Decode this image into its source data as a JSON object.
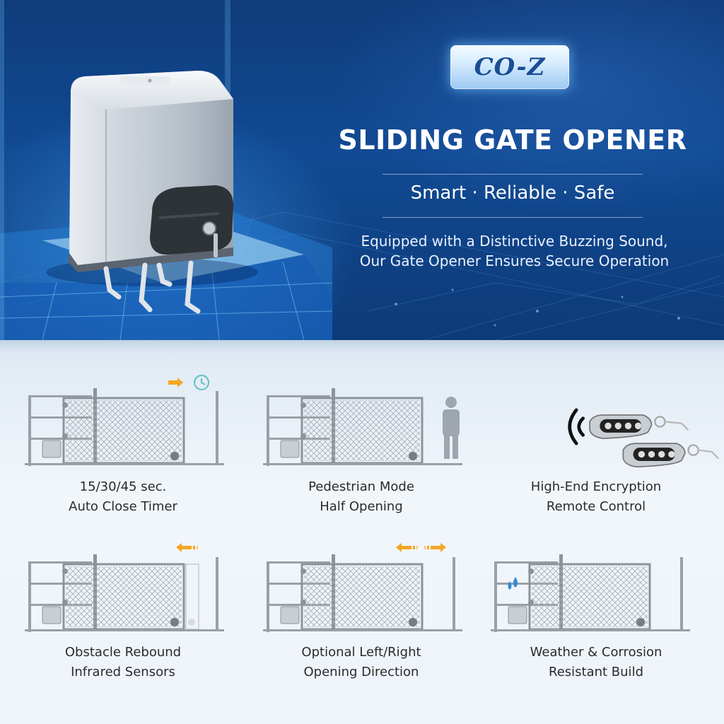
{
  "brand": {
    "logo": "CO-Z"
  },
  "hero": {
    "title": "SLIDING GATE OPENER",
    "tagline": "Smart · Reliable · Safe",
    "description_line1": "Equipped with a Distinctive Buzzing Sound,",
    "description_line2": "Our Gate Opener Ensures Secure Operation",
    "product_icon": "gate-motor-unit"
  },
  "features": [
    {
      "icon": "clock-icon",
      "line1": "15/30/45 sec.",
      "line2": "Auto Close Timer"
    },
    {
      "icon": "pedestrian-icon",
      "line1": "Pedestrian Mode",
      "line2": "Half Opening"
    },
    {
      "icon": "remote-control-icon",
      "line1": "High-End Encryption",
      "line2": "Remote Control"
    },
    {
      "icon": "infrared-sensor-icon",
      "line1": "Obstacle Rebound",
      "line2": "Infrared Sensors"
    },
    {
      "icon": "left-right-arrows-icon",
      "line1": "Optional Left/Right",
      "line2": "Opening Direction"
    },
    {
      "icon": "water-drops-icon",
      "line1": "Weather & Corrosion",
      "line2": "Resistant Build"
    }
  ],
  "colors": {
    "arrow": "#f5a623",
    "hero_bg": "#114a93",
    "caption": "#2b2b2b"
  }
}
